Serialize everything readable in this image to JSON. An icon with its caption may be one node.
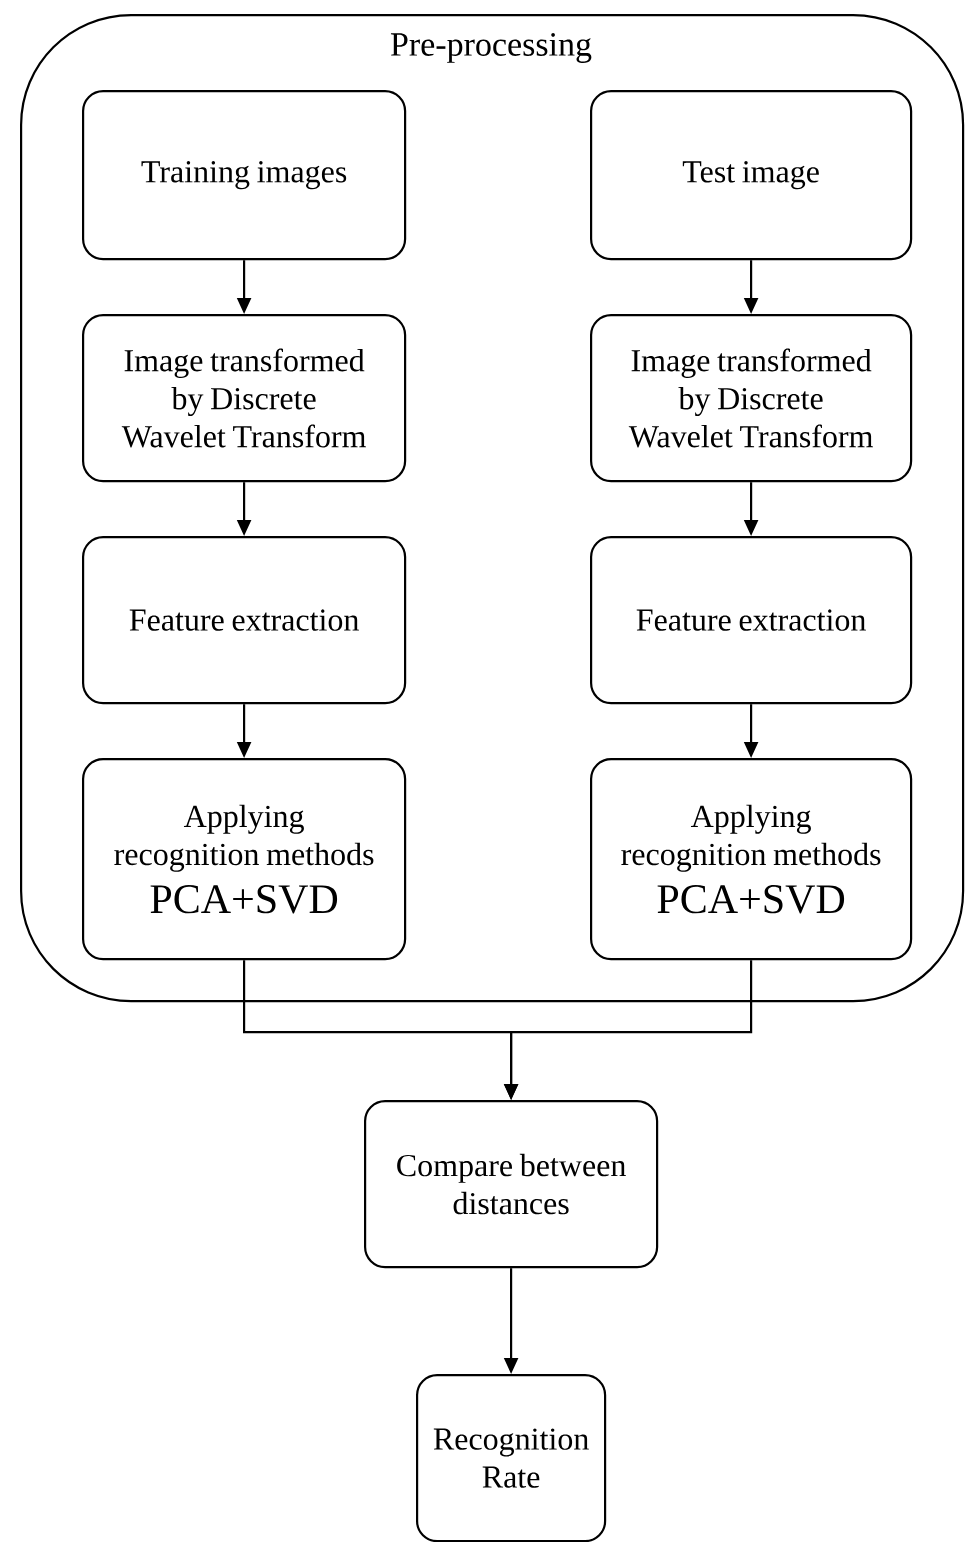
{
  "diagram": {
    "nodes": [
      {
        "text": [
          "Pre-processing"
        ]
      },
      {
        "text": [
          "Training images"
        ],
        "in": 0
      },
      {
        "text": [
          "Test image"
        ],
        "in": 0
      },
      {
        "text": [
          "Image transformed by Discrete Wavelet Transform"
        ],
        "in": 0
      },
      {
        "text": [
          "Image transformed by Discrete Wavelet Transform"
        ],
        "in": 0
      },
      {
        "text": [
          "Feature extraction"
        ],
        "in": 0
      },
      {
        "text": [
          "Feature extraction"
        ],
        "in": 0
      },
      {
        "text": [
          "Applying recognition methods",
          "PCA+SVD"
        ],
        "in": 0
      },
      {
        "text": [
          "Applying recognition methods",
          "PCA+SVD"
        ],
        "in": 0
      },
      {
        "text": [
          "Compare between distances"
        ]
      },
      {
        "text": [
          "Recognition Rate"
        ]
      }
    ],
    "edges": [
      {
        "from": 1,
        "to": 3,
        "arrow": "to"
      },
      {
        "from": 3,
        "to": 5,
        "arrow": "to"
      },
      {
        "from": 5,
        "to": 7,
        "arrow": "to"
      },
      {
        "from": 2,
        "to": 4,
        "arrow": "to"
      },
      {
        "from": 4,
        "to": 6,
        "arrow": "to"
      },
      {
        "from": 6,
        "to": 8,
        "arrow": "to"
      },
      {
        "from": 7,
        "to": 9,
        "arrow": "to"
      },
      {
        "from": 8,
        "to": 9,
        "arrow": "to"
      },
      {
        "from": 9,
        "to": 10,
        "arrow": "to"
      }
    ]
  }
}
